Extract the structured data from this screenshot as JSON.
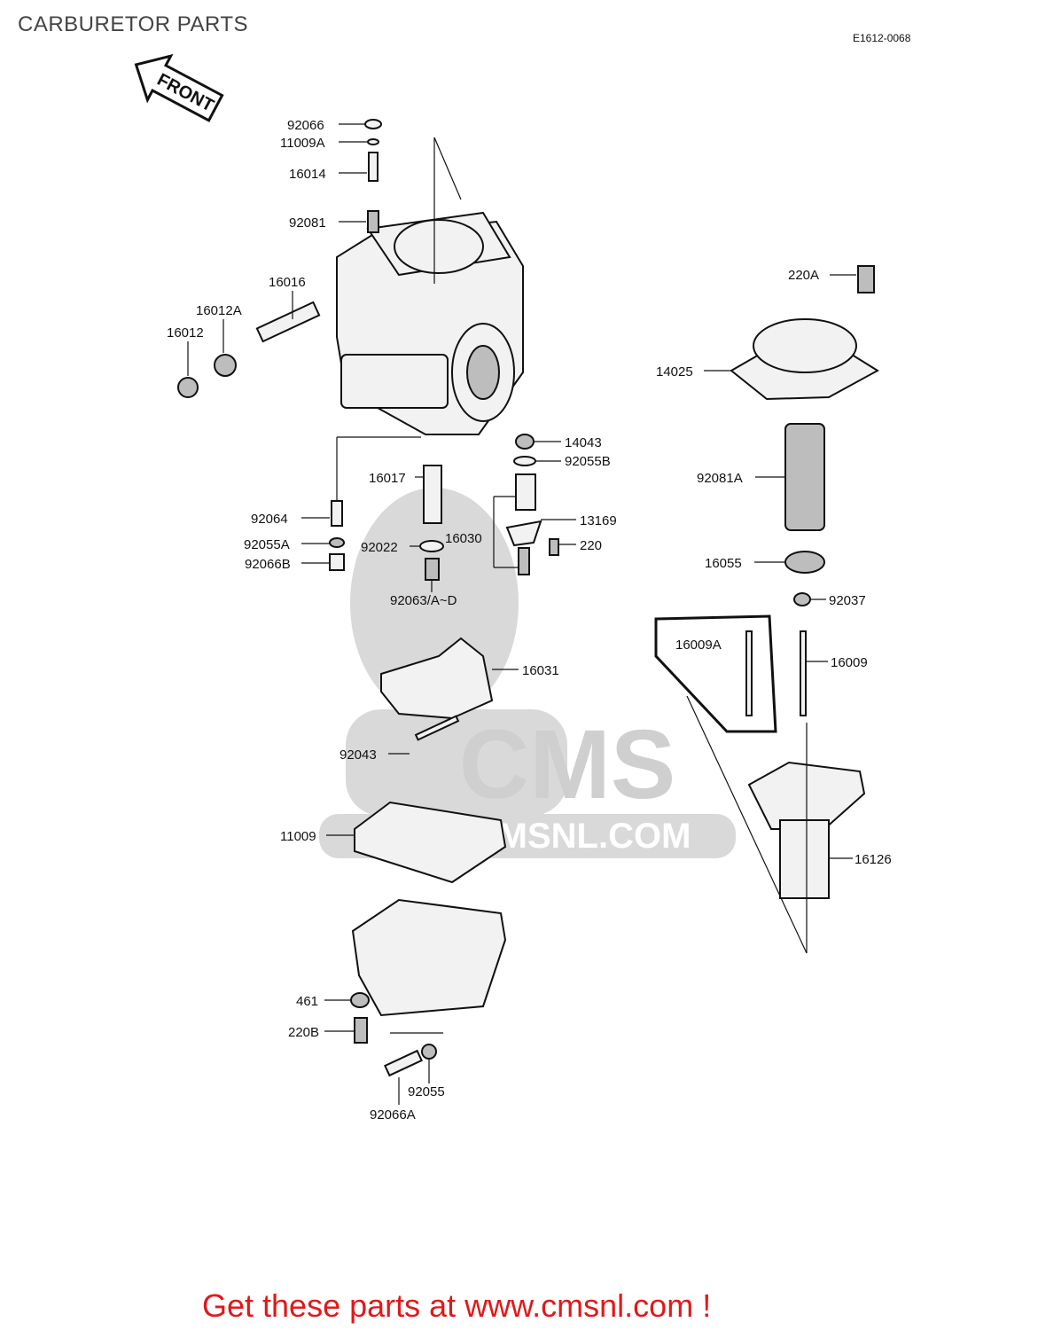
{
  "title": "CARBURETOR PARTS",
  "diagram_code": "E1612-0068",
  "front_label": "FRONT",
  "watermark": {
    "brand": "CMS",
    "url": "WWW.CMSNL.COM"
  },
  "cta": "Get these parts at www.cmsnl.com !",
  "parts": [
    {
      "id": "p92066",
      "label": "92066"
    },
    {
      "id": "p11009A",
      "label": "11009A"
    },
    {
      "id": "p16014",
      "label": "16014"
    },
    {
      "id": "p92081",
      "label": "92081"
    },
    {
      "id": "p16016",
      "label": "16016"
    },
    {
      "id": "p16012A",
      "label": "16012A"
    },
    {
      "id": "p16012",
      "label": "16012"
    },
    {
      "id": "p220A",
      "label": "220A"
    },
    {
      "id": "p14025",
      "label": "14025"
    },
    {
      "id": "p14043",
      "label": "14043"
    },
    {
      "id": "p92055B",
      "label": "92055B"
    },
    {
      "id": "p16017",
      "label": "16017"
    },
    {
      "id": "p92081A",
      "label": "92081A"
    },
    {
      "id": "p13169",
      "label": "13169"
    },
    {
      "id": "p92064",
      "label": "92064"
    },
    {
      "id": "p16030",
      "label": "16030"
    },
    {
      "id": "p220",
      "label": "220"
    },
    {
      "id": "p92055A",
      "label": "92055A"
    },
    {
      "id": "p92022",
      "label": "92022"
    },
    {
      "id": "p92066B",
      "label": "92066B"
    },
    {
      "id": "p16055",
      "label": "16055"
    },
    {
      "id": "p92063",
      "label": "92063/A~D"
    },
    {
      "id": "p92037",
      "label": "92037"
    },
    {
      "id": "p16009A",
      "label": "16009A"
    },
    {
      "id": "p16009",
      "label": "16009"
    },
    {
      "id": "p16031",
      "label": "16031"
    },
    {
      "id": "p92043",
      "label": "92043"
    },
    {
      "id": "p11009",
      "label": "11009"
    },
    {
      "id": "p16126",
      "label": "16126"
    },
    {
      "id": "p461",
      "label": "461"
    },
    {
      "id": "p220B",
      "label": "220B"
    },
    {
      "id": "p92055",
      "label": "92055"
    },
    {
      "id": "p92066A",
      "label": "92066A"
    }
  ]
}
